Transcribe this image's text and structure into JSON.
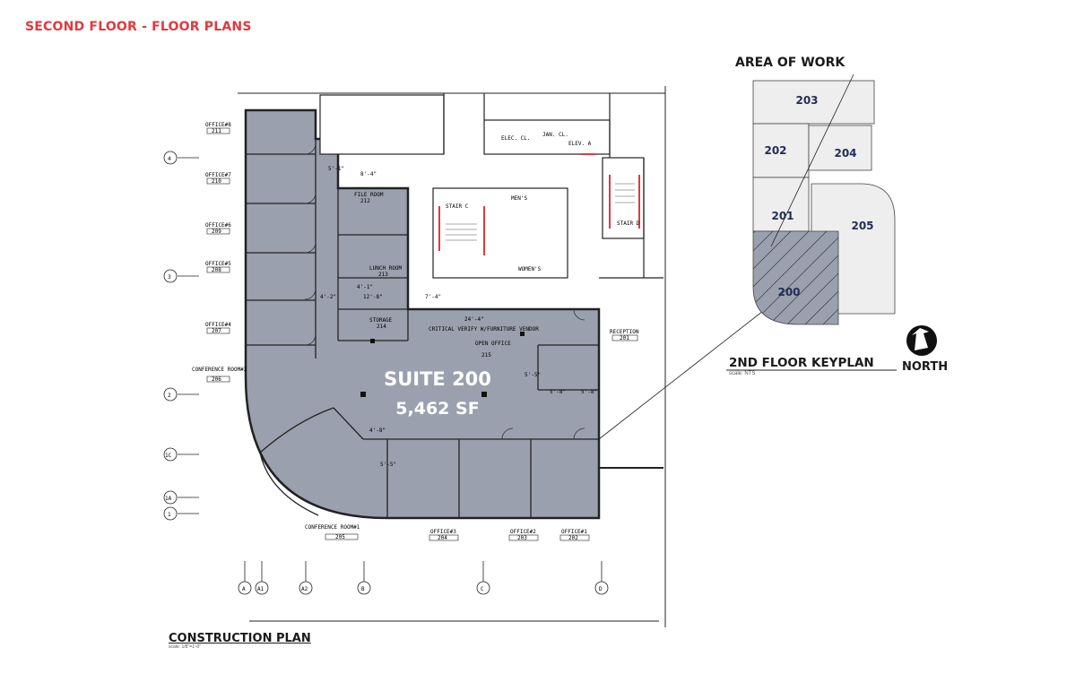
{
  "header": {
    "title": "SECOND FLOOR - FLOOR PLANS"
  },
  "plan": {
    "caption": "CONSTRUCTION PLAN",
    "scale": "scale: 1/8\"=1'-0\"",
    "suite_name": "SUITE 200",
    "suite_area": "5,462 SF",
    "rooms": [
      {
        "label": "OFFICE#8",
        "number": "211"
      },
      {
        "label": "OFFICE#7",
        "number": "210"
      },
      {
        "label": "OFFICE#6",
        "number": "209"
      },
      {
        "label": "OFFICE#5",
        "number": "208"
      },
      {
        "label": "OFFICE#4",
        "number": "207"
      },
      {
        "label": "CONFERENCE ROOM#2",
        "number": "206"
      },
      {
        "label": "CONFERENCE ROOM#1",
        "number": "205"
      },
      {
        "label": "OFFICE#3",
        "number": "204"
      },
      {
        "label": "OFFICE#2",
        "number": "203"
      },
      {
        "label": "OFFICE#1",
        "number": "202"
      },
      {
        "label": "RECEPTION",
        "number": "201"
      },
      {
        "label": "FILE ROOM",
        "number": "212"
      },
      {
        "label": "LUNCH ROOM",
        "number": "213"
      },
      {
        "label": "STORAGE",
        "number": "214"
      },
      {
        "label": "OPEN OFFICE",
        "number": "215"
      }
    ],
    "core_labels": {
      "elec": "ELEC. CL.",
      "jan": "JAN. CL.",
      "elev": "ELEV. A",
      "stair_c": "STAIR C",
      "stair_d": "STAIR D",
      "mens": "MEN'S",
      "womens": "WOMEN'S",
      "vendor": "CRITICAL VERIFY W/FURNITURE VENDOR"
    },
    "dims": [
      "8'-4\"",
      "5'-1\"",
      "24'-4\"",
      "4'-1\"",
      "12'-8\"",
      "7'-4\"",
      "4'-2\"",
      "5'-8\"",
      "5'-8\"",
      "4'-8\"",
      "5'-5\"",
      "5'-5\""
    ],
    "grid_rows": [
      "4",
      "3",
      "2",
      "1C",
      "1A",
      "1"
    ],
    "grid_cols": [
      "A",
      "A1",
      "A2",
      "B",
      "C",
      "D"
    ]
  },
  "keyplan": {
    "caption": "2ND FLOOR KEYPLAN",
    "scale": "scale: NTS",
    "area_label": "AREA OF WORK",
    "north_label": "NORTH",
    "units": [
      "203",
      "202",
      "204",
      "201",
      "205",
      "200"
    ]
  },
  "colors": {
    "accent": "#e03a3e",
    "suite_fill": "#9aa0ad",
    "navy": "#222e57",
    "key_fill": "#eeeeee"
  }
}
